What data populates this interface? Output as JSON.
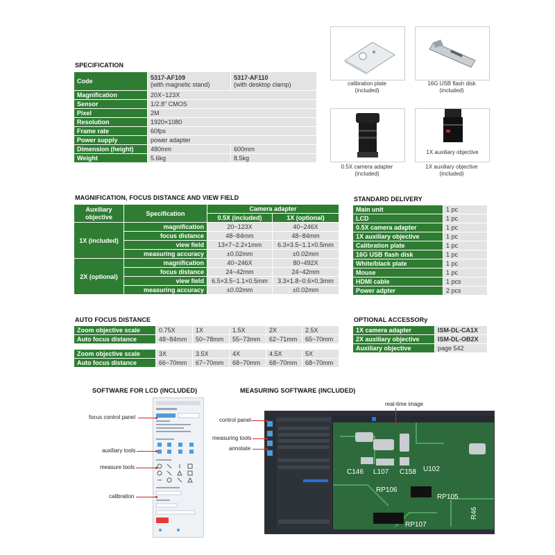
{
  "accessories_photos": [
    {
      "caption": "calibration plate\n(included)"
    },
    {
      "caption": "16G USB flash disk\n(included)"
    },
    {
      "caption": "0.5X camera adapter\n(included)"
    },
    {
      "caption": "1X auxiliary objective\n(included)",
      "inner_label": "1X auxiliary objective"
    }
  ],
  "specification": {
    "heading": "SPECIFICATION",
    "header": {
      "label": "Code",
      "col1": "5317-AF109",
      "col1_sub": "(with magnetic stand)",
      "col2": "5317-AF110",
      "col2_sub": "(with desktop clamp)"
    },
    "rows": [
      {
        "label": "Magnification",
        "value": "20X~123X"
      },
      {
        "label": "Sensor",
        "value": "1/2.8\" CMOS"
      },
      {
        "label": "Pixel",
        "value": "2M"
      },
      {
        "label": "Resolution",
        "value": "1920×1080"
      },
      {
        "label": "Frame rate",
        "value": "60fps"
      },
      {
        "label": "Power supply",
        "value": "power adapter"
      },
      {
        "label": "Dimension (height)",
        "v1": "480mm",
        "v2": "600mm"
      },
      {
        "label": "Weight",
        "v1": "5.6kg",
        "v2": "8.5kg"
      }
    ]
  },
  "magnification": {
    "heading": "MAGNIFICATION, FOCUS DISTANCE AND VIEW FIELD",
    "h_aux": "Auxiliary objective",
    "h_spec": "Specification",
    "h_cam": "Camera adapter",
    "h_c1": "0.5X (included)",
    "h_c2": "1X (optional)",
    "groups": [
      {
        "name": "1X (included)",
        "rows": [
          {
            "spec": "magnification",
            "a": "20~123X",
            "b": "40~246X"
          },
          {
            "spec": "focus distance",
            "a": "48~84mm",
            "b": "48~84mm"
          },
          {
            "spec": "view field",
            "a": "13×7~2.2×1mm",
            "b": "6.3×3.5~1.1×0.5mm"
          },
          {
            "spec": "measuring accuracy",
            "a": "±0.02mm",
            "b": "±0.02mm"
          }
        ]
      },
      {
        "name": "2X (optional)",
        "rows": [
          {
            "spec": "magnification",
            "a": "40~246X",
            "b": "80~492X"
          },
          {
            "spec": "focus distance",
            "a": "24~42mm",
            "b": "24~42mm"
          },
          {
            "spec": "view field",
            "a": "6.5×3.5~1.1×0.5mm",
            "b": "3.3×1.8~0.6×0.3mm"
          },
          {
            "spec": "measuring accuracy",
            "a": "±0.02mm",
            "b": "±0.02mm"
          }
        ]
      }
    ]
  },
  "standard_delivery": {
    "heading": "STANDARD DELIVERY",
    "rows": [
      {
        "item": "Main unit",
        "qty": "1 pc"
      },
      {
        "item": "LCD",
        "qty": "1 pc"
      },
      {
        "item": "0.5X camera adapter",
        "qty": "1 pc"
      },
      {
        "item": "1X auxiliary objective",
        "qty": "1 pc"
      },
      {
        "item": "Calibration plate",
        "qty": "1 pc"
      },
      {
        "item": "16G USB flash disk",
        "qty": "1 pc"
      },
      {
        "item": "White/black plate",
        "qty": "1 pc"
      },
      {
        "item": "Mouse",
        "qty": "1 pc"
      },
      {
        "item": "HDMI cable",
        "qty": "1 pcs"
      },
      {
        "item": "Power adpter",
        "qty": "2 pcs"
      }
    ]
  },
  "auto_focus": {
    "heading": "AUTO FOCUS DISTANCE",
    "label_scale": "Zoom objective scale",
    "label_dist": "Auto focus  distance",
    "table1": {
      "scales": [
        "0.75X",
        "1X",
        "1.5X",
        "2X",
        "2.5X"
      ],
      "distances": [
        "48~84mm",
        "50~78mm",
        "55~73mm",
        "62~71mm",
        "65~70mm"
      ]
    },
    "table2": {
      "scales": [
        "3X",
        "3.5X",
        "4X",
        "4.5X",
        "5X"
      ],
      "distances": [
        "66~70mm",
        "67~70mm",
        "68~70mm",
        "68~70mm",
        "68~70mm"
      ]
    }
  },
  "optional_accessory": {
    "heading": "OPTIONAL ACCESSORy",
    "rows": [
      {
        "item": "1X camera adapter",
        "code": "ISM-DL-CA1X"
      },
      {
        "item": "2X auxiliary objective",
        "code": "ISM-DL-OB2X"
      },
      {
        "item": "Auxiliary objective",
        "code": "page 542"
      }
    ]
  },
  "software_lcd": {
    "heading": "SOFTWARE FOR LCD (INCLUDED)",
    "callouts": [
      "focus control panel",
      "auxiliary tools",
      "measure tools",
      "calibration"
    ]
  },
  "measuring_software": {
    "heading": "MEASURING SOFTWARE (INCLUDED)",
    "callouts": [
      "real-time image",
      "control panel",
      "measuring tools",
      "annotate"
    ],
    "pcb_labels": [
      "C146",
      "L107",
      "C158",
      "U102",
      "RP106",
      "RP105",
      "R46",
      "RP107"
    ]
  },
  "colors": {
    "green": "#2e7d32",
    "gray": "#e3e3e3",
    "callout": "#c62828"
  }
}
